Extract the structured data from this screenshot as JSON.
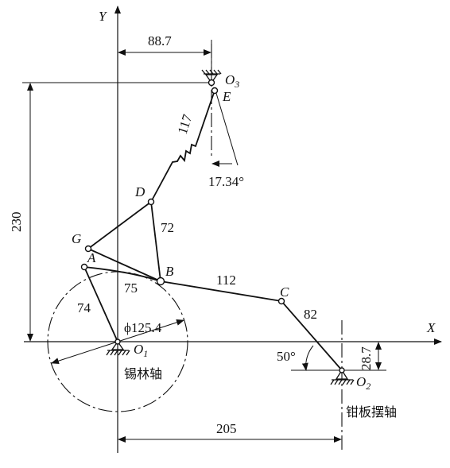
{
  "axes": {
    "x_label": "X",
    "y_label": "Y"
  },
  "points": {
    "O1": "O",
    "O1_sub": "1",
    "O2": "O",
    "O2_sub": "2",
    "O3": "O",
    "O3_sub": "3",
    "A": "A",
    "B": "B",
    "C": "C",
    "D": "D",
    "E": "E",
    "G": "G"
  },
  "link_lengths": {
    "O1A": "74",
    "AB": "75",
    "BC": "112",
    "CO2": "82",
    "BD": "72",
    "DE": "117"
  },
  "dimensions": {
    "o3_x": "88.7",
    "o3_y": "230",
    "o2_x": "205",
    "o2_y": "28.7",
    "circle_diameter": "ϕ125.4",
    "angle_e": "17.34°",
    "angle_c": "50°"
  },
  "labels": {
    "shaft_1": "锡林轴",
    "shaft_2": "钳板摆轴"
  }
}
